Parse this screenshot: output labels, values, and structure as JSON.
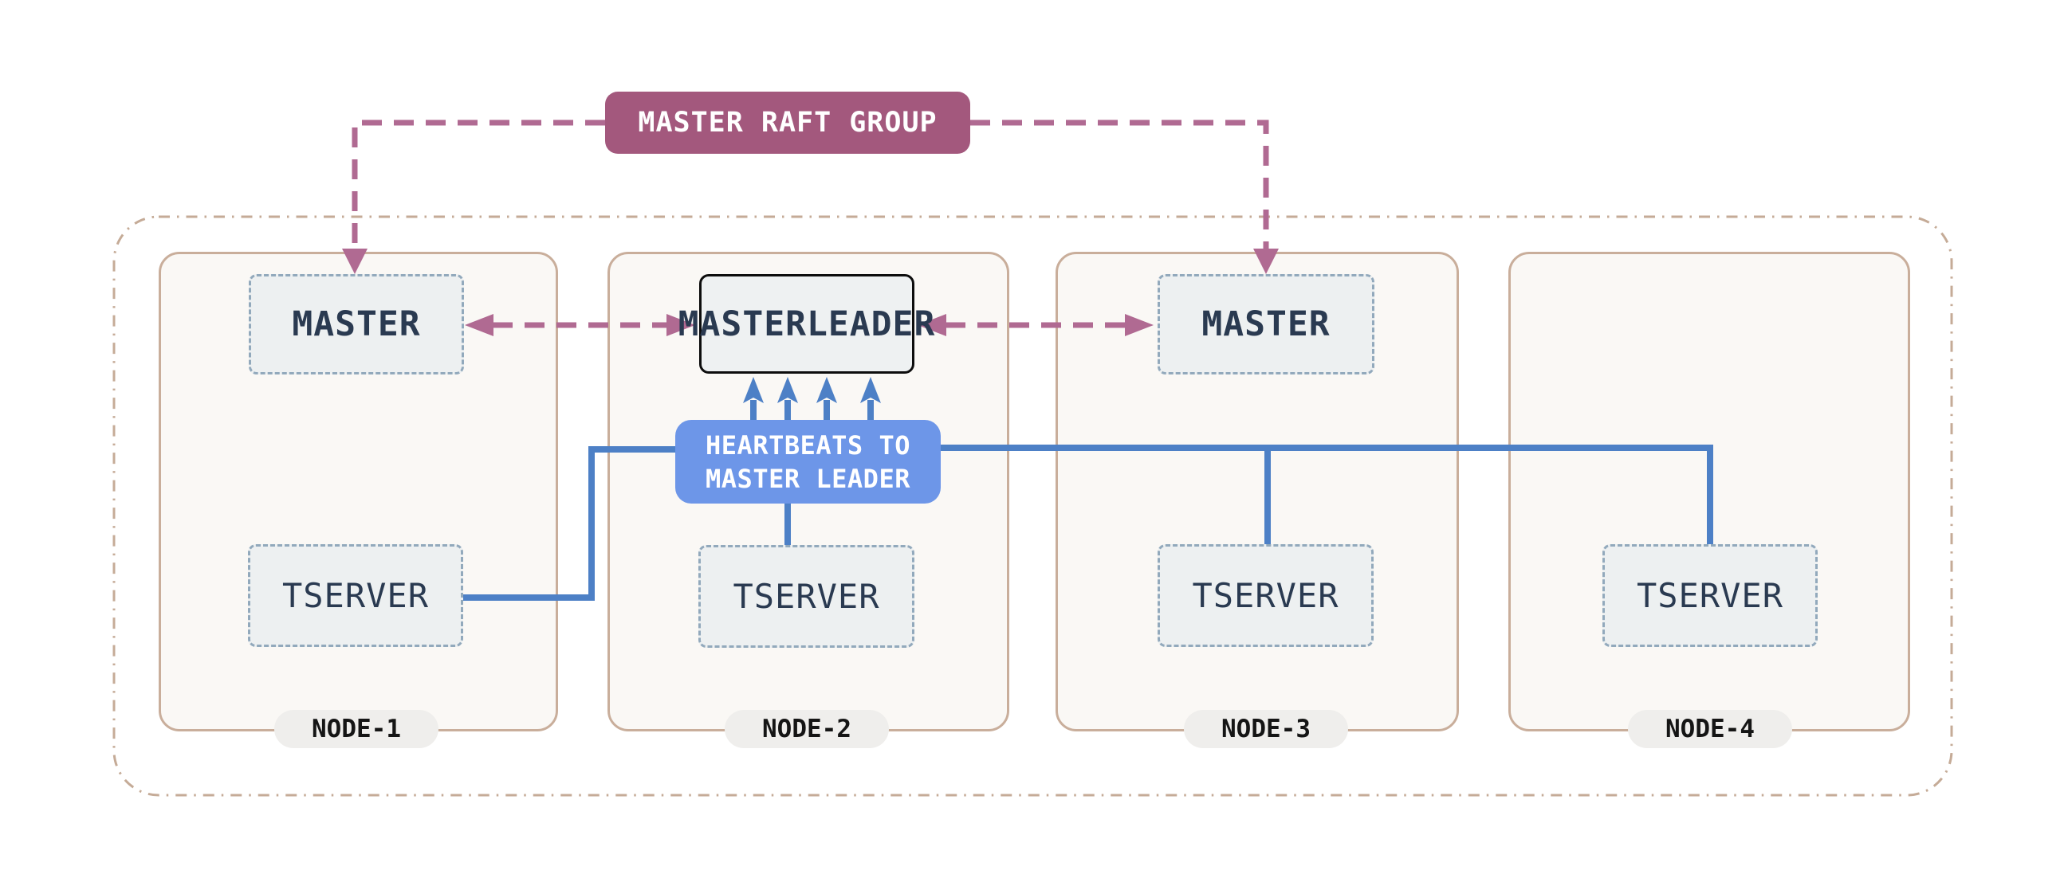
{
  "diagram": {
    "title_badge": {
      "label": "MASTER RAFT GROUP"
    },
    "heartbeat_badge": {
      "line1": "HEARTBEATS TO",
      "line2": "MASTER LEADER"
    },
    "leader_box": {
      "line1": "MASTER",
      "line2": "LEADER"
    },
    "nodes": [
      {
        "label": "NODE-1",
        "master_label": "MASTER",
        "tserver_label": "TSERVER"
      },
      {
        "label": "NODE-2",
        "master_label": "MASTER LEADER",
        "tserver_label": "TSERVER"
      },
      {
        "label": "NODE-3",
        "master_label": "MASTER",
        "tserver_label": "TSERVER"
      },
      {
        "label": "NODE-4",
        "tserver_label": "TSERVER"
      }
    ],
    "colors": {
      "background": "#ffffff",
      "raft_badge_fill": "#a3587d",
      "raft_arrow": "#b06a92",
      "heartbeat_badge_fill": "#6d96e8",
      "heartbeat_line": "#4d80c6",
      "node_fill": "#faf8f5",
      "node_border": "#c9ae9b",
      "cluster_border": "#c5ab97",
      "server_box_fill": "#edf0f1",
      "server_box_border": "#92a9bc",
      "leader_border": "#0d0d0d",
      "label_text": "#2a3a51",
      "pill_fill": "#efeeec"
    }
  }
}
